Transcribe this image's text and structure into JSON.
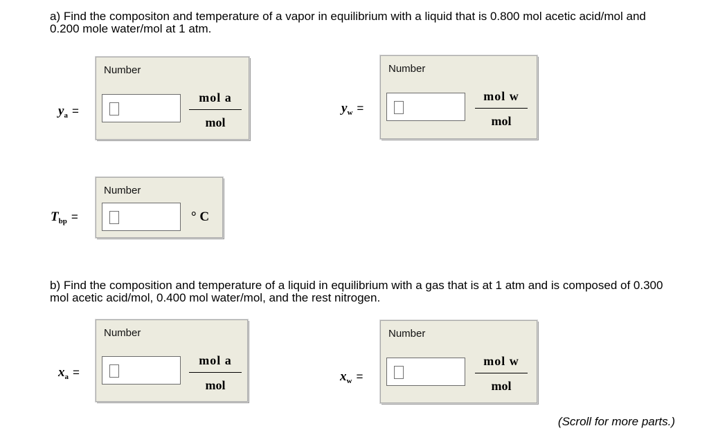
{
  "part_a": {
    "question": "a) Find the compositon and temperature of a vapor in equilibrium with a liquid that is 0.800 mol acetic acid/mol and 0.200 mole water/mol at 1 atm.",
    "ya": {
      "symbol": "y",
      "subscript": "a",
      "equals": "=",
      "header": "Number",
      "value": "",
      "unit_numerator": "mol a",
      "unit_denominator": "mol"
    },
    "yw": {
      "symbol": "y",
      "subscript": "w",
      "equals": "=",
      "header": "Number",
      "value": "",
      "unit_numerator": "mol w",
      "unit_denominator": "mol"
    },
    "tbp": {
      "symbol": "T",
      "subscript": "bp",
      "equals": "=",
      "header": "Number",
      "value": "",
      "unit": "° C"
    }
  },
  "part_b": {
    "question": "b) Find the composition and temperature of a liquid in equilibrium with a gas that is at 1 atm and is composed of 0.300 mol acetic acid/mol, 0.400 mol water/mol, and the rest nitrogen.",
    "xa": {
      "symbol": "x",
      "subscript": "a",
      "equals": "=",
      "header": "Number",
      "value": "",
      "unit_numerator": "mol a",
      "unit_denominator": "mol"
    },
    "xw": {
      "symbol": "x",
      "subscript": "w",
      "equals": "=",
      "header": "Number",
      "value": "",
      "unit_numerator": "mol w",
      "unit_denominator": "mol"
    }
  },
  "footer": {
    "scroll_note": "(Scroll for more parts.)"
  }
}
